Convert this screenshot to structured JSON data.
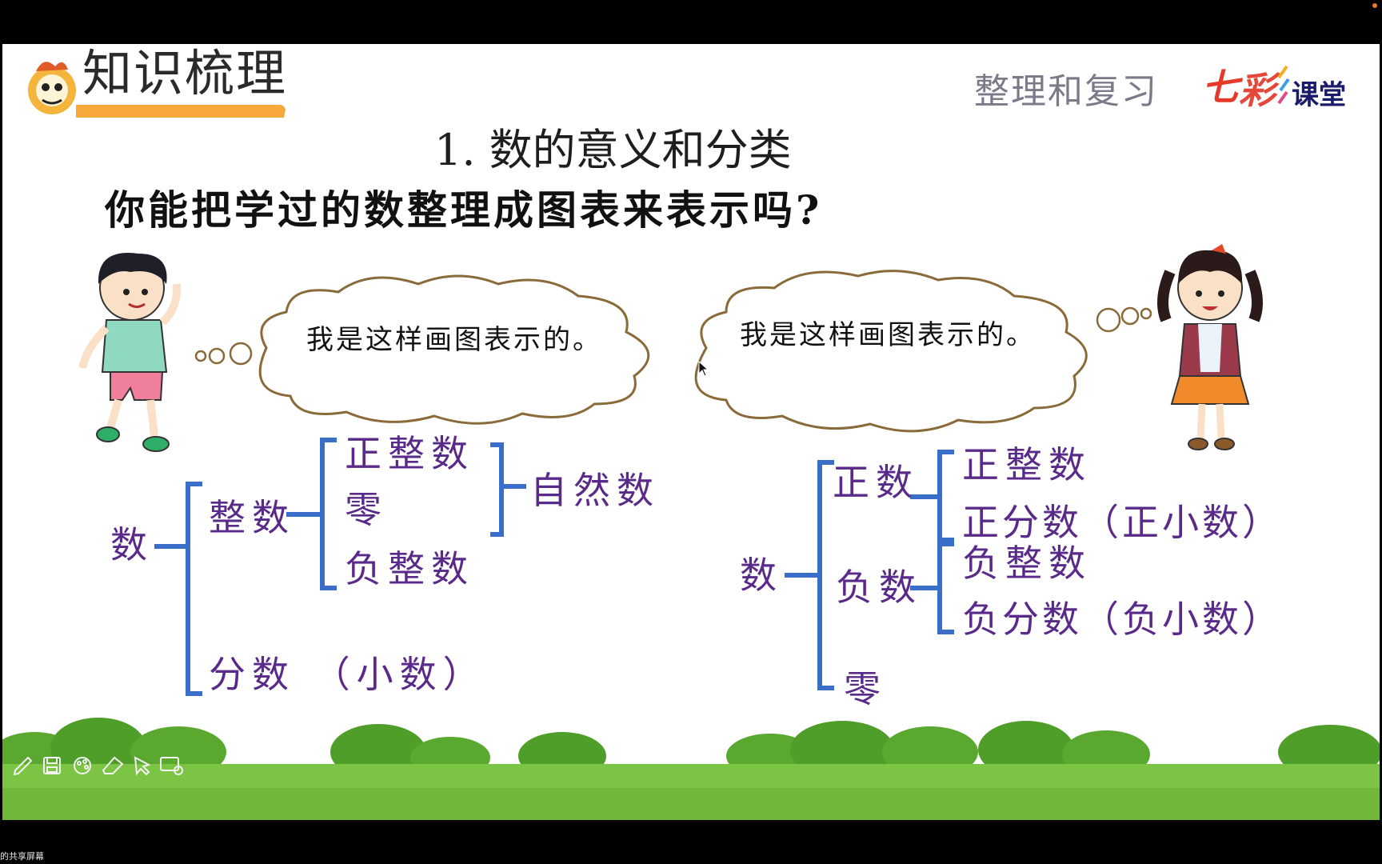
{
  "header": {
    "badge_title": "知识梳理",
    "review_label": "整理和复习",
    "logo": {
      "char1": "七",
      "char2": "彩",
      "suffix": "课堂"
    }
  },
  "section_title": "1. 数的意义和分类",
  "question": "你能把学过的数整理成图表来表示吗?",
  "clouds": {
    "left_text": "我是这样画图表示的。",
    "right_text": "我是这样画图表示的。"
  },
  "left_tree": {
    "root": "数",
    "integers": "整数",
    "positive_integers": "正整数",
    "zero": "零",
    "negative_integers": "负整数",
    "natural_numbers": "自然数",
    "fractions": "分数 （小数）"
  },
  "right_tree": {
    "root": "数",
    "positive": "正数",
    "negative": "负数",
    "zero": "零",
    "positive_integers": "正整数",
    "positive_fractions": "正分数（正小数）",
    "negative_integers": "负整数",
    "negative_fractions": "负分数（负小数）"
  },
  "footer": {
    "toolbar_icons": [
      "pen-icon",
      "save-icon",
      "palette-icon",
      "eraser-icon",
      "pointer-icon",
      "screen-icon"
    ],
    "share_label": "的共享屏幕"
  },
  "colors": {
    "tree_text": "#5a2a8a",
    "bracket": "#3a6ec8",
    "grass": "#6fbf3c"
  }
}
